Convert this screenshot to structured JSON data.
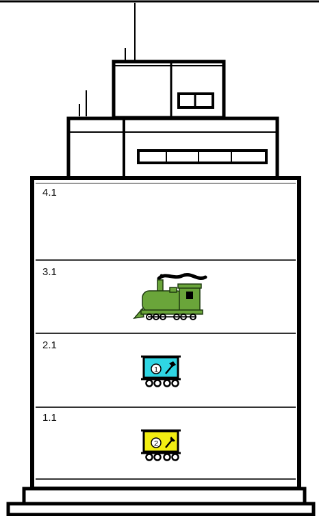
{
  "floors": [
    {
      "label": "4.1",
      "content": null
    },
    {
      "label": "3.1",
      "content": {
        "type": "locomotive",
        "color": "#6aa53a"
      }
    },
    {
      "label": "2.1",
      "content": {
        "type": "wagon",
        "color": "#2fd6e4",
        "number": "1",
        "tool": "hammer-icon"
      }
    },
    {
      "label": "1.1",
      "content": {
        "type": "wagon",
        "color": "#f2ee12",
        "number": "2",
        "tool": "wrench-icon"
      }
    }
  ]
}
